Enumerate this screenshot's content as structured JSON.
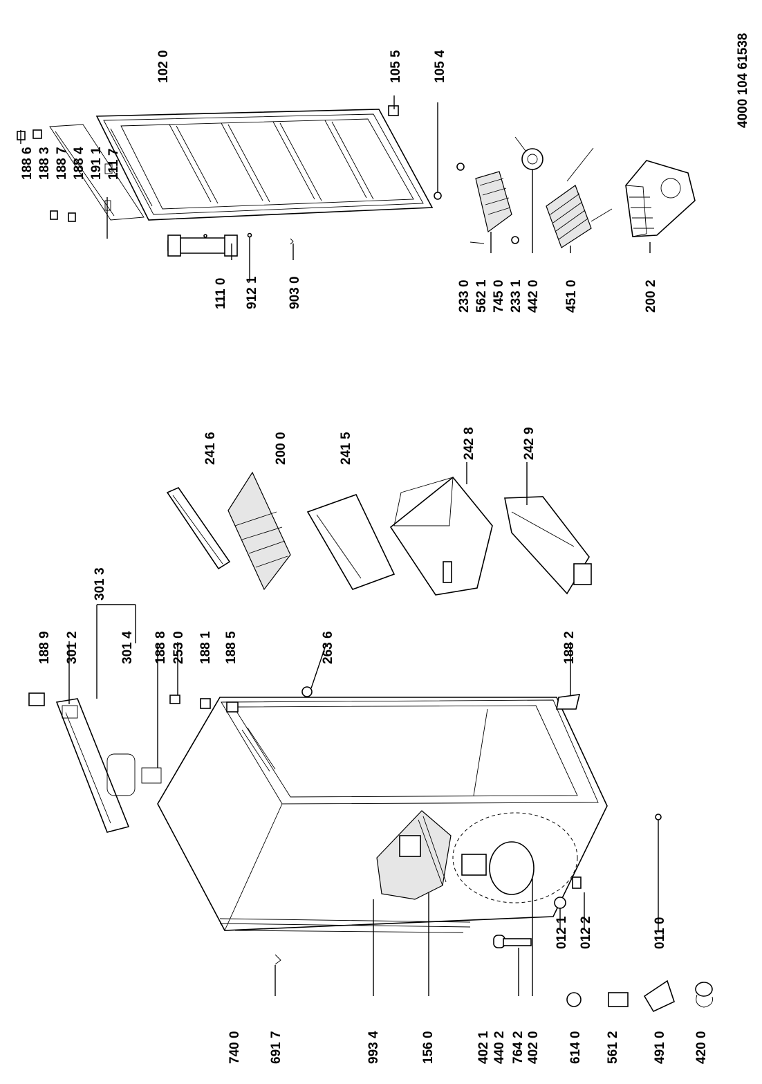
{
  "document": {
    "number": "4000 104 61538"
  },
  "labels": [
    {
      "id": "p1886",
      "text": "188 6"
    },
    {
      "id": "p1883",
      "text": "188 3"
    },
    {
      "id": "p1887",
      "text": "188 7"
    },
    {
      "id": "p1884",
      "text": "188 4"
    },
    {
      "id": "p1911",
      "text": "191 1"
    },
    {
      "id": "p1117",
      "text": "111 7"
    },
    {
      "id": "p1110",
      "text": "111 0"
    },
    {
      "id": "p9121",
      "text": "912 1"
    },
    {
      "id": "p9030",
      "text": "903 0"
    },
    {
      "id": "p1020",
      "text": "102 0"
    },
    {
      "id": "p1055",
      "text": "105 5"
    },
    {
      "id": "p1054",
      "text": "105 4"
    },
    {
      "id": "p2330",
      "text": "233 0"
    },
    {
      "id": "p5621",
      "text": "562 1"
    },
    {
      "id": "p7450",
      "text": "745 0"
    },
    {
      "id": "p2331",
      "text": "233 1"
    },
    {
      "id": "p4420",
      "text": "442 0"
    },
    {
      "id": "p4510",
      "text": "451 0"
    },
    {
      "id": "p2002",
      "text": "200 2"
    },
    {
      "id": "p2416",
      "text": "241 6"
    },
    {
      "id": "p2000",
      "text": "200 0"
    },
    {
      "id": "p2415",
      "text": "241 5"
    },
    {
      "id": "p2428",
      "text": "242 8"
    },
    {
      "id": "p2429",
      "text": "242 9"
    },
    {
      "id": "p3013",
      "text": "301 3"
    },
    {
      "id": "p1889",
      "text": "188 9"
    },
    {
      "id": "p3012",
      "text": "301 2"
    },
    {
      "id": "p3014",
      "text": "301 4"
    },
    {
      "id": "p1888",
      "text": "188 8"
    },
    {
      "id": "p2530",
      "text": "253 0"
    },
    {
      "id": "p1881",
      "text": "188 1"
    },
    {
      "id": "p1885",
      "text": "188 5"
    },
    {
      "id": "p2636",
      "text": "263 6"
    },
    {
      "id": "p1882",
      "text": "188 2"
    },
    {
      "id": "p7400",
      "text": "740 0"
    },
    {
      "id": "p6917",
      "text": "691 7"
    },
    {
      "id": "p9934",
      "text": "993 4"
    },
    {
      "id": "p1560",
      "text": "156 0"
    },
    {
      "id": "p4021",
      "text": "402 1"
    },
    {
      "id": "p4402",
      "text": "440 2"
    },
    {
      "id": "p7642",
      "text": "764 2"
    },
    {
      "id": "p4020",
      "text": "402 0"
    },
    {
      "id": "p0121",
      "text": "012 1"
    },
    {
      "id": "p0122",
      "text": "012 2"
    },
    {
      "id": "p0110",
      "text": "011 0"
    },
    {
      "id": "p6140",
      "text": "614 0"
    },
    {
      "id": "p5612",
      "text": "561 2"
    },
    {
      "id": "p4910",
      "text": "491 0"
    },
    {
      "id": "p4200",
      "text": "420 0"
    }
  ]
}
